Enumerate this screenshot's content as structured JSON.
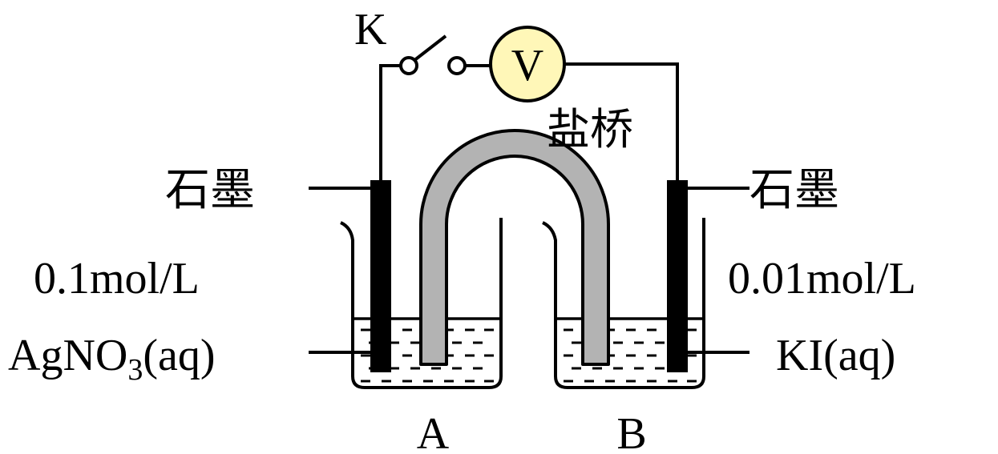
{
  "switch_label": "K",
  "voltmeter_label": "V",
  "salt_bridge_label": "盐桥",
  "left": {
    "electrode_label": "石墨",
    "concentration": "0.1mol/L",
    "solution_prefix": "AgNO",
    "solution_subscript": "3",
    "solution_suffix": "(aq)",
    "beaker_label": "A"
  },
  "right": {
    "electrode_label": "石墨",
    "concentration": "0.01mol/L",
    "solution": "KI(aq)",
    "beaker_label": "B"
  },
  "colors": {
    "voltmeter_fill": "#fff7b8",
    "salt_bridge_fill": "#b3b3b3",
    "electrode": "#000000"
  }
}
